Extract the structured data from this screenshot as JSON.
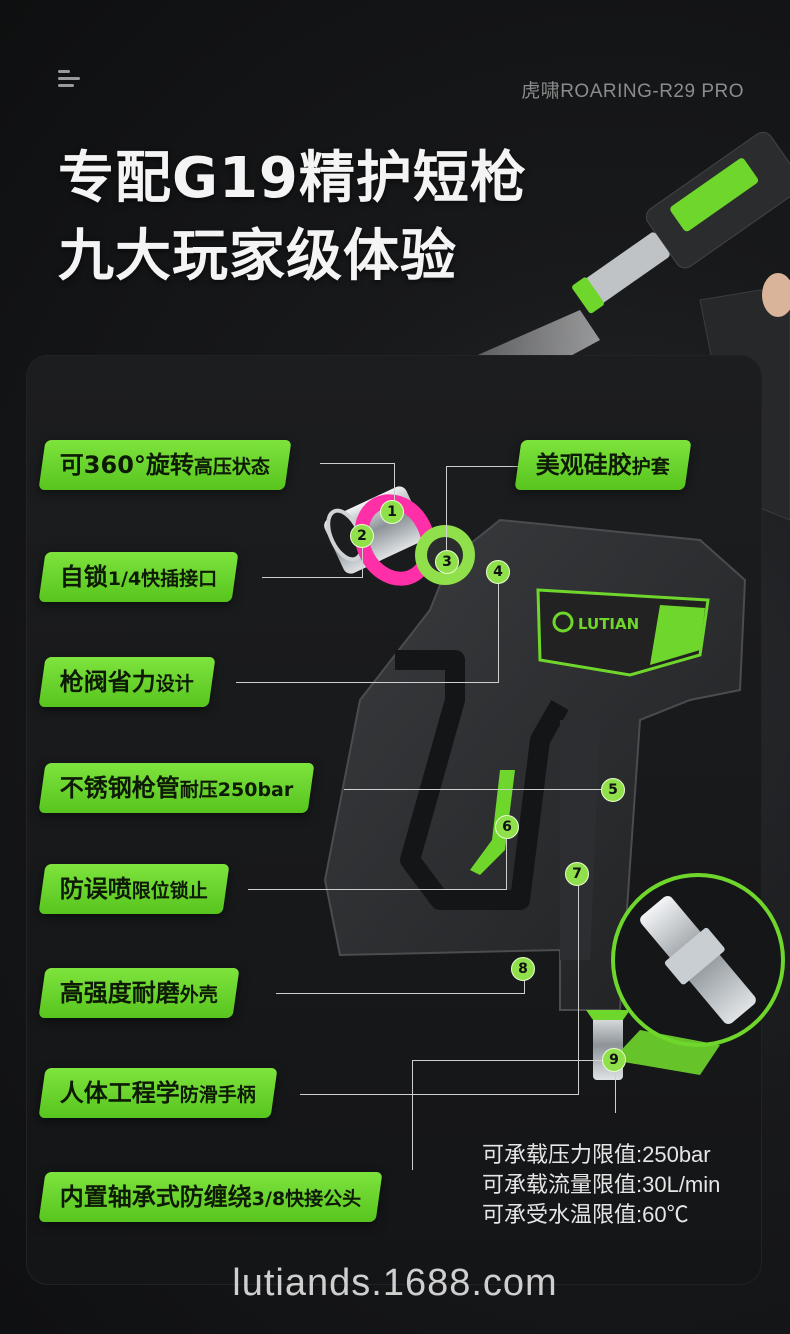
{
  "header": {
    "brand_line": "虎啸ROARING-R29 PRO",
    "headline_1": "专配G19精护短枪",
    "headline_2": "九大玩家级体验"
  },
  "features": [
    {
      "big": "可360°旋转",
      "small": "高压状态"
    },
    {
      "big": "自锁",
      "small": "1/4快插接口"
    },
    {
      "big": "枪阀省力",
      "small": "设计"
    },
    {
      "big": "不锈钢枪管",
      "small": "耐压250bar"
    },
    {
      "big": "防误喷",
      "small": "限位锁止"
    },
    {
      "big": "高强度耐磨",
      "small": "外壳"
    },
    {
      "big": "人体工程学",
      "small": "防滑手柄"
    },
    {
      "big": "内置轴承式防缠绕",
      "small": "3/8快接公头"
    },
    {
      "big": "美观硅胶",
      "small": "护套"
    }
  ],
  "numbers": [
    "1",
    "2",
    "3",
    "4",
    "5",
    "6",
    "7",
    "8",
    "9"
  ],
  "gun_logo": "LUTIAN",
  "specs": [
    "可承载压力限值:250bar",
    "可承载流量限值:30L/min",
    "可承受水温限值:60℃"
  ],
  "footer": "lutiands.1688.com",
  "colors": {
    "accent": "#6fd62c",
    "background": "#111214",
    "callout_ring": "#ff2fa8"
  }
}
